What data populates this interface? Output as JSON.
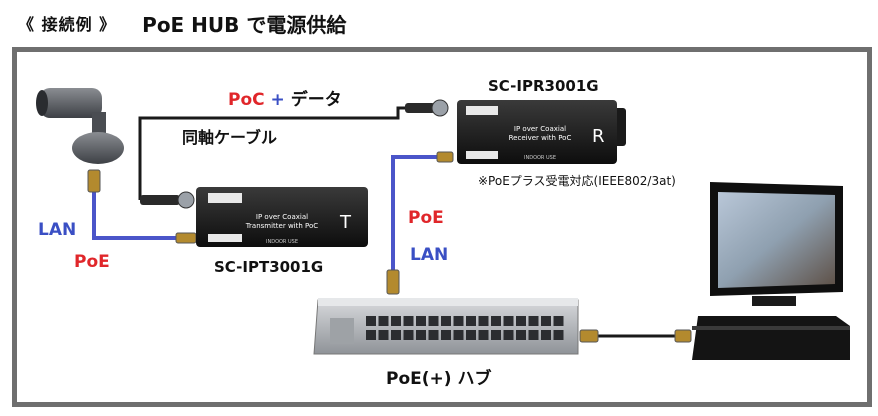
{
  "header": {
    "prefix": "《 接続例 》",
    "title": "PoE HUB で電源供給"
  },
  "labels": {
    "poc": "PoC",
    "plus": "+",
    "data": "データ",
    "coax": "同軸ケーブル",
    "lan_left": "LAN",
    "poe_left": "PoE",
    "poe_mid": "PoE",
    "lan_mid": "LAN",
    "transmitter_model": "SC-IPT3001G",
    "receiver_model": "SC-IPR3001G",
    "receiver_note": "※PoEプラス受電対応(IEEE802/3at)",
    "hub": "PoE(+) ハブ"
  },
  "device_text": {
    "tx_line1": "IP over Coaxial",
    "tx_line2": "Transmitter with PoC",
    "tx_letter": "T",
    "rx_line1": "IP over Coaxial",
    "rx_line2": "Receiver with PoC",
    "rx_letter": "R",
    "indoor": "INDOOR USE"
  },
  "colors": {
    "red": "#e0262a",
    "blue": "#3a4fc4",
    "frame": "#6f6f6f",
    "cable_lan": "#4b55c9",
    "cable_coax": "#1a1a1a"
  },
  "icons": [
    "camera-icon",
    "transmitter-icon",
    "receiver-icon",
    "hub-icon",
    "monitor-icon",
    "recorder-icon",
    "bnc-connector-icon",
    "rj45-connector-icon"
  ]
}
